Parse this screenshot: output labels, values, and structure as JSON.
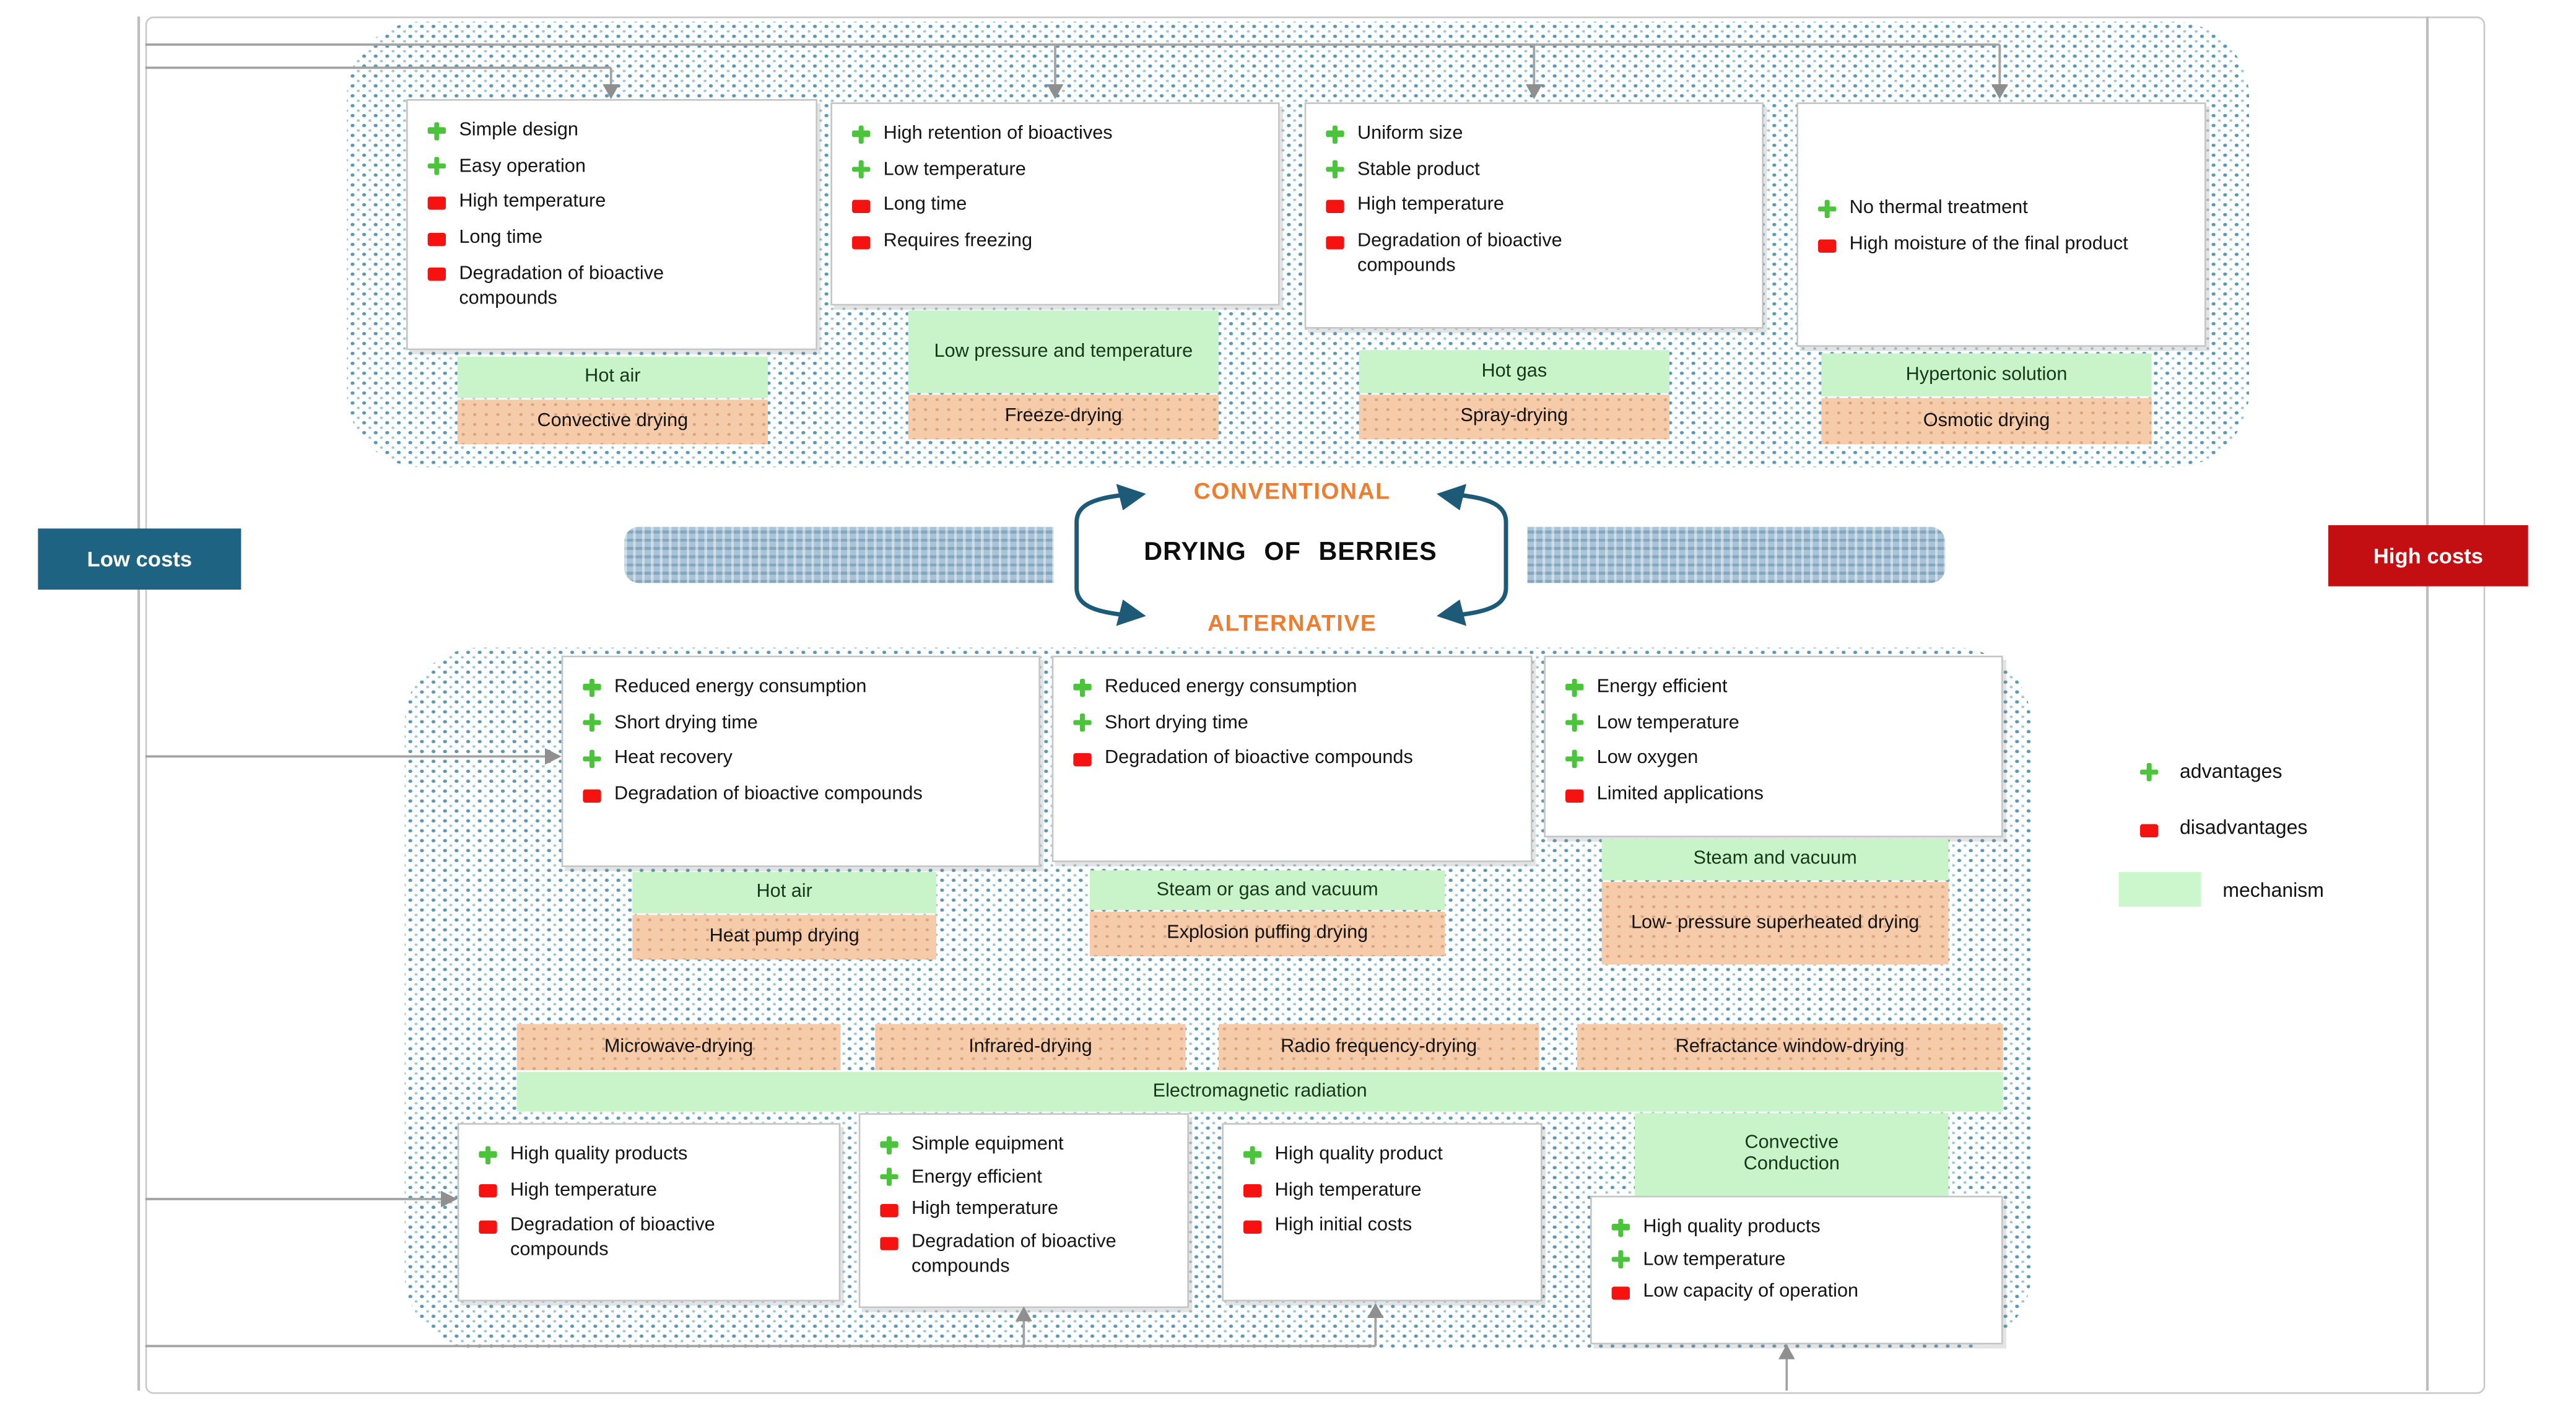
{
  "header": {
    "title": "DRYING OF BERRIES",
    "conventional_label": "CONVENTIONAL",
    "alternative_label": "ALTERNATIVE"
  },
  "costs": {
    "low": "Low costs",
    "high": "High costs"
  },
  "legend": {
    "advantages": "advantages",
    "disadvantages": "disadvantages",
    "mechanism": "mechanism"
  },
  "colors": {
    "advantage_green": "#4bc43c",
    "disadvantage_red": "#f71212",
    "mechanism_green": "#c9f3c9",
    "method_peach": "#f6cba9",
    "low_costs_bg": "#1e6482",
    "high_costs_bg": "#c40f12",
    "accent_orange": "#ed7d31",
    "bracket_blue": "#1d5a78",
    "dot_blue": "#5f98b6"
  },
  "conventional": [
    {
      "method": "Convective drying",
      "mechanism": "Hot air",
      "points": [
        {
          "type": "advantage",
          "text": "Simple design"
        },
        {
          "type": "advantage",
          "text": "Easy operation"
        },
        {
          "type": "disadvantage",
          "text": "High temperature"
        },
        {
          "type": "disadvantage",
          "text": "Long time"
        },
        {
          "type": "disadvantage",
          "text": "Degradation of bioactive compounds"
        }
      ]
    },
    {
      "method": "Freeze-drying",
      "mechanism": "Low pressure and temperature",
      "points": [
        {
          "type": "advantage",
          "text": "High retention of bioactives"
        },
        {
          "type": "advantage",
          "text": "Low temperature"
        },
        {
          "type": "disadvantage",
          "text": "Long time"
        },
        {
          "type": "disadvantage",
          "text": "Requires freezing"
        }
      ]
    },
    {
      "method": "Spray-drying",
      "mechanism": "Hot gas",
      "points": [
        {
          "type": "advantage",
          "text": "Uniform size"
        },
        {
          "type": "advantage",
          "text": "Stable product"
        },
        {
          "type": "disadvantage",
          "text": "High temperature"
        },
        {
          "type": "disadvantage",
          "text": "Degradation of bioactive compounds"
        }
      ]
    },
    {
      "method": "Osmotic drying",
      "mechanism": "Hypertonic solution",
      "points": [
        {
          "type": "advantage",
          "text": "No thermal treatment"
        },
        {
          "type": "disadvantage",
          "text": "High moisture of the final product"
        }
      ]
    }
  ],
  "alternative_top": [
    {
      "method": "Heat pump drying",
      "mechanism": "Hot air",
      "points": [
        {
          "type": "advantage",
          "text": "Reduced energy consumption"
        },
        {
          "type": "advantage",
          "text": "Short drying time"
        },
        {
          "type": "advantage",
          "text": "Heat recovery"
        },
        {
          "type": "disadvantage",
          "text": "Degradation of bioactive compounds"
        }
      ]
    },
    {
      "method": "Explosion puffing drying",
      "mechanism": "Steam or gas and vacuum",
      "points": [
        {
          "type": "advantage",
          "text": "Reduced energy consumption"
        },
        {
          "type": "advantage",
          "text": "Short drying time"
        },
        {
          "type": "disadvantage",
          "text": "Degradation of bioactive compounds"
        }
      ]
    },
    {
      "method": "Low- pressure superheated drying",
      "mechanism": "Steam and vacuum",
      "points": [
        {
          "type": "advantage",
          "text": "Energy efficient"
        },
        {
          "type": "advantage",
          "text": "Low temperature"
        },
        {
          "type": "advantage",
          "text": "Low oxygen"
        },
        {
          "type": "disadvantage",
          "text": "Limited applications"
        }
      ]
    }
  ],
  "alternative_bottom": {
    "methods": [
      "Microwave-drying",
      "Infrared-drying",
      "Radio frequency-drying",
      "Refractance window-drying"
    ],
    "shared_mechanism": "Electromagnetic radiation",
    "conduction_mechanism": "Convective Conduction",
    "boxes": [
      {
        "points": [
          {
            "type": "advantage",
            "text": "High quality products"
          },
          {
            "type": "disadvantage",
            "text": "High temperature"
          },
          {
            "type": "disadvantage",
            "text": "Degradation of bioactive compounds"
          }
        ]
      },
      {
        "points": [
          {
            "type": "advantage",
            "text": "Simple equipment"
          },
          {
            "type": "advantage",
            "text": "Energy efficient"
          },
          {
            "type": "disadvantage",
            "text": "High temperature"
          },
          {
            "type": "disadvantage",
            "text": "Degradation of bioactive compounds"
          }
        ]
      },
      {
        "points": [
          {
            "type": "advantage",
            "text": "High quality product"
          },
          {
            "type": "disadvantage",
            "text": "High temperature"
          },
          {
            "type": "disadvantage",
            "text": "High initial costs"
          }
        ]
      },
      {
        "points": [
          {
            "type": "advantage",
            "text": "High quality products"
          },
          {
            "type": "advantage",
            "text": "Low temperature"
          },
          {
            "type": "disadvantage",
            "text": "Low capacity of operation"
          }
        ]
      }
    ]
  }
}
